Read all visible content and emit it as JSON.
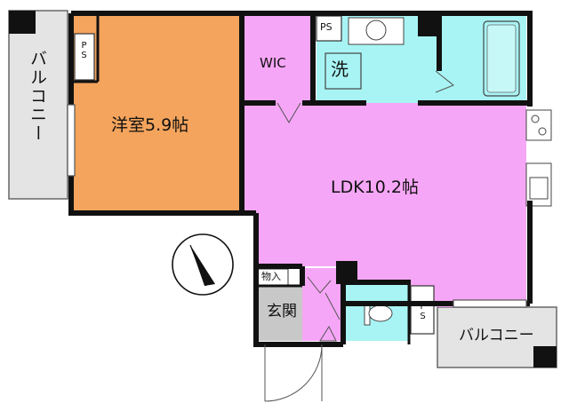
{
  "rooms": {
    "western_room": "洋室5.9帖",
    "ldk": "LDK10.2帖",
    "wic": "WIC",
    "genkan": "玄関",
    "monoire": "物入",
    "washer": "洗",
    "balcony_left": "バルコニー",
    "balcony_bottom": "バルコニー"
  },
  "ps_labels": [
    "PS",
    "PS",
    "PS"
  ],
  "colors": {
    "western_room": "#f4a45c",
    "ldk": "#f6a6f6",
    "wet_area": "#a8f4f4",
    "balcony": "#e4e4e4",
    "genkan": "#c8c8c8",
    "wall": "#111111"
  }
}
